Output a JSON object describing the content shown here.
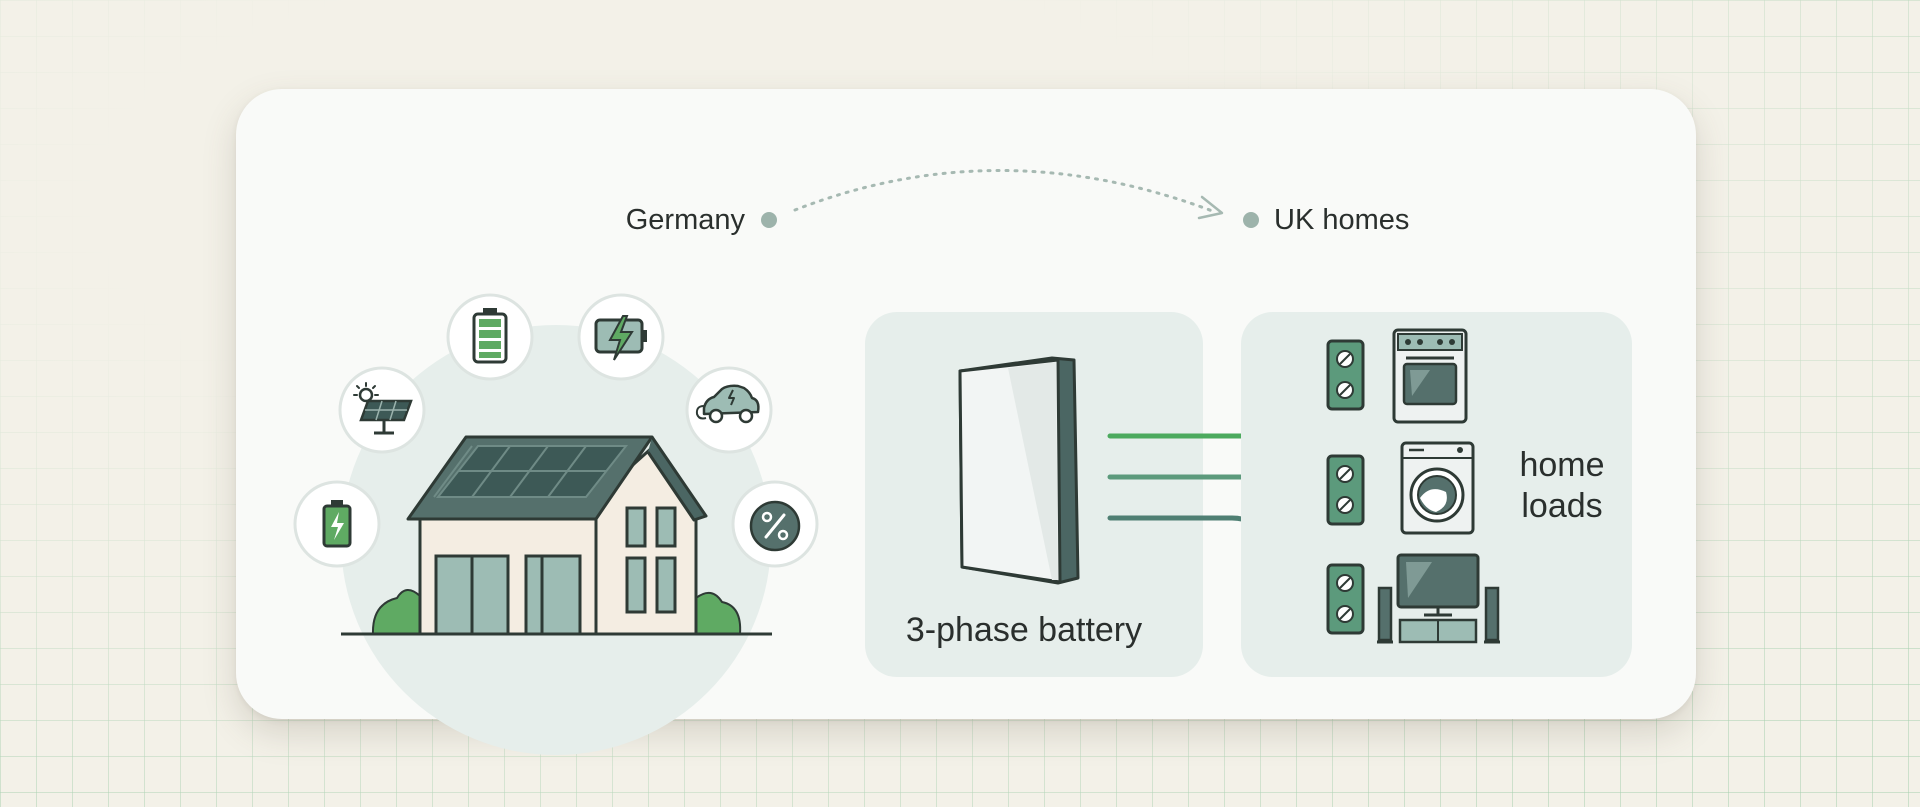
{
  "route": {
    "origin": "Germany",
    "destination": "UK homes"
  },
  "battery_panel": {
    "label": "3-phase battery"
  },
  "loads_panel": {
    "label_line1": "home",
    "label_line2": "loads"
  },
  "icons": [
    "battery-charging-icon",
    "solar-panel-icon",
    "battery-full-icon",
    "battery-bolt-icon",
    "electric-car-icon",
    "percent-icon",
    "house-icon",
    "battery-unit-icon",
    "oven-icon",
    "washing-machine-icon",
    "tv-icon"
  ],
  "colors": {
    "background": "#f3f1e8",
    "grid": "#8cc39a",
    "card": "#f9faf8",
    "panel": "#e6eeeb",
    "accent_green": "#4caa5e",
    "dark_green": "#3f7f63",
    "slate": "#4b6b66"
  }
}
